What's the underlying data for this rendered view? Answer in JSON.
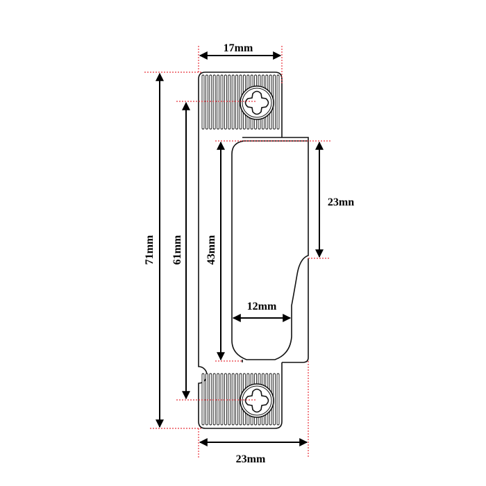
{
  "dimensions": {
    "top_width": "17mm",
    "total_height": "71mm",
    "screw_spacing": "61mm",
    "keeper_height": "43mm",
    "upper_lip": "23mn",
    "opening_width": "12mm",
    "bottom_width": "23mm"
  },
  "colors": {
    "outline": "#111111",
    "guide": "#e8303a"
  }
}
